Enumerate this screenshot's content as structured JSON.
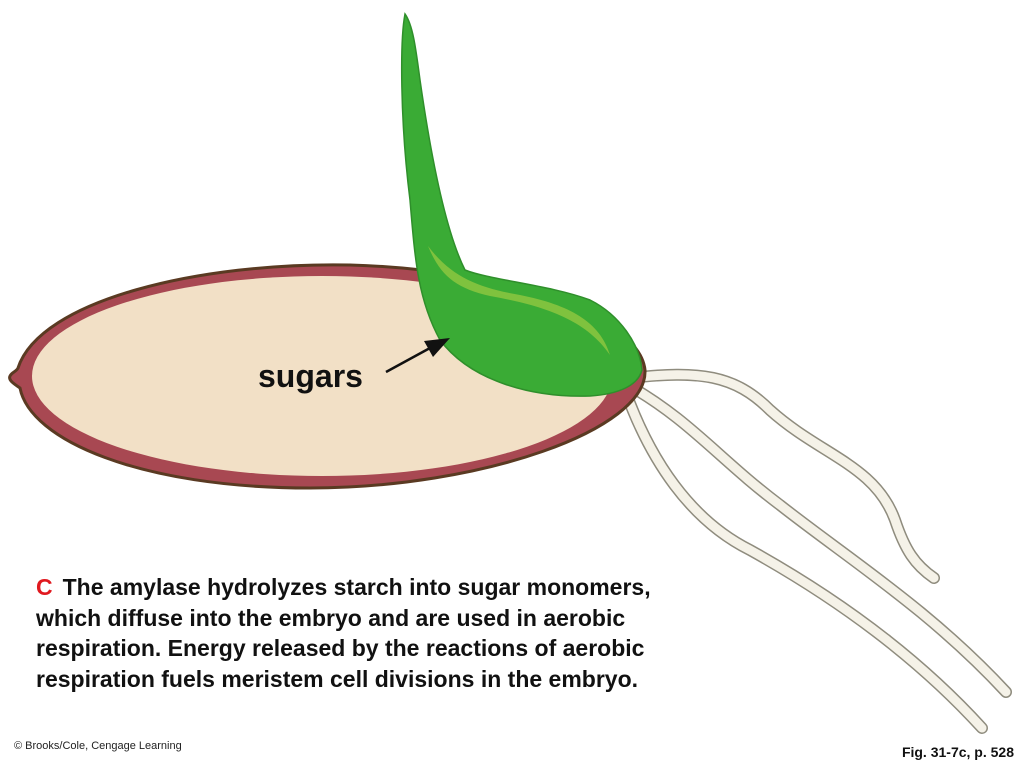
{
  "diagram": {
    "label_sugars": "sugars"
  },
  "caption": {
    "letter": "C",
    "line1": "The amylase hydrolyzes starch into sugar monomers,",
    "line2": "which diffuse into the embryo and are used in aerobic",
    "line3": "respiration. Energy released by the reactions of aerobic",
    "line4": "respiration fuels meristem cell divisions in the embryo."
  },
  "footer": {
    "credit": "© Brooks/Cole, Cengage Learning",
    "figure_ref": "Fig. 31-7c, p. 528"
  },
  "colors": {
    "seed_coat": "#a84852",
    "seed_coat_outline": "#5a3a22",
    "endosperm": "#f2e0c6",
    "embryo_green": "#3aab35",
    "embryo_highlight": "#8cc63f",
    "root": "#f4f1e6",
    "root_outline": "#9a9788",
    "caption_letter": "#e0191f"
  }
}
